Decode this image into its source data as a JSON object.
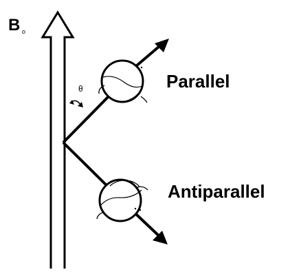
{
  "field": {
    "symbol": "B",
    "subscript": "o"
  },
  "angle_symbol": "θ",
  "spin_states": [
    {
      "label": "Parallel"
    },
    {
      "label": "Antiparallel"
    }
  ]
}
